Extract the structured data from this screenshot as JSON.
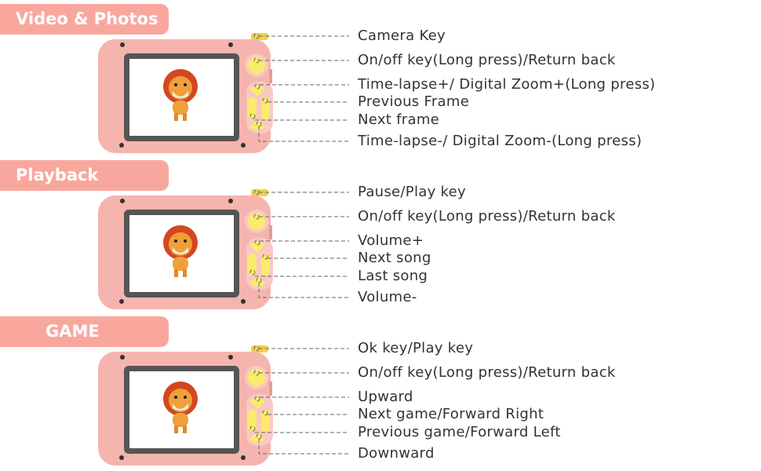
{
  "sections": [
    {
      "title": "Video & Photos",
      "labels": [
        "Camera Key",
        "On/off key(Long press)/Return back",
        "Time-lapse+/ Digital Zoom+(Long press)",
        "Previous Frame",
        "Next frame",
        "Time-lapse-/ Digital Zoom-(Long press)"
      ]
    },
    {
      "title": "Playback",
      "labels": [
        "Pause/Play key",
        "On/off key(Long press)/Return back",
        "Volume+",
        "Next song",
        "Last song",
        "Volume-"
      ]
    },
    {
      "title": "GAME",
      "labels": [
        "Ok key/Play key",
        "On/off key(Long press)/Return back",
        "Upward",
        "Next game/Forward Right",
        "Previous game/Forward Left",
        "Downward"
      ]
    }
  ],
  "colors": {
    "tab": "#f9a79d",
    "body": "#f6b4ae",
    "button": "#fbeb6a",
    "leader": "#666666"
  }
}
